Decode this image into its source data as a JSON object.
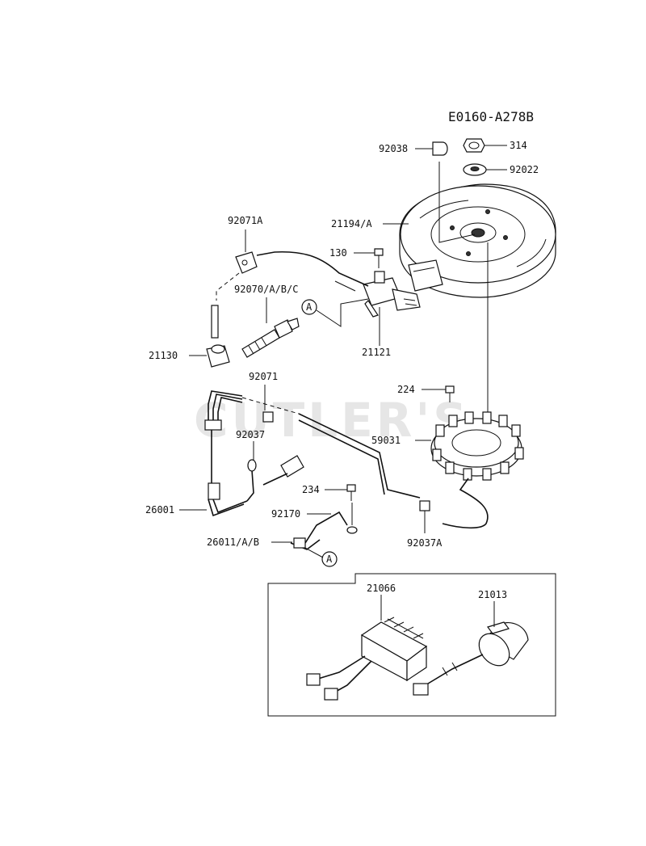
{
  "diagram": {
    "reference_code": "E0160-A278B",
    "watermark": "CUTLER'S",
    "connector_marker": "A",
    "parts": {
      "p92038": "92038",
      "p314": "314",
      "p92022": "92022",
      "p21194": "21194/A",
      "p92071A": "92071A",
      "p130": "130",
      "p92070": "92070/A/B/C",
      "p21130": "21130",
      "p21121": "21121",
      "p92071": "92071",
      "p224": "224",
      "p59031": "59031",
      "p92037": "92037",
      "p234": "234",
      "p26001": "26001",
      "p92170": "92170",
      "p26011": "26011/A/B",
      "p92037A": "92037A",
      "p21066": "21066",
      "p21013": "21013"
    }
  }
}
